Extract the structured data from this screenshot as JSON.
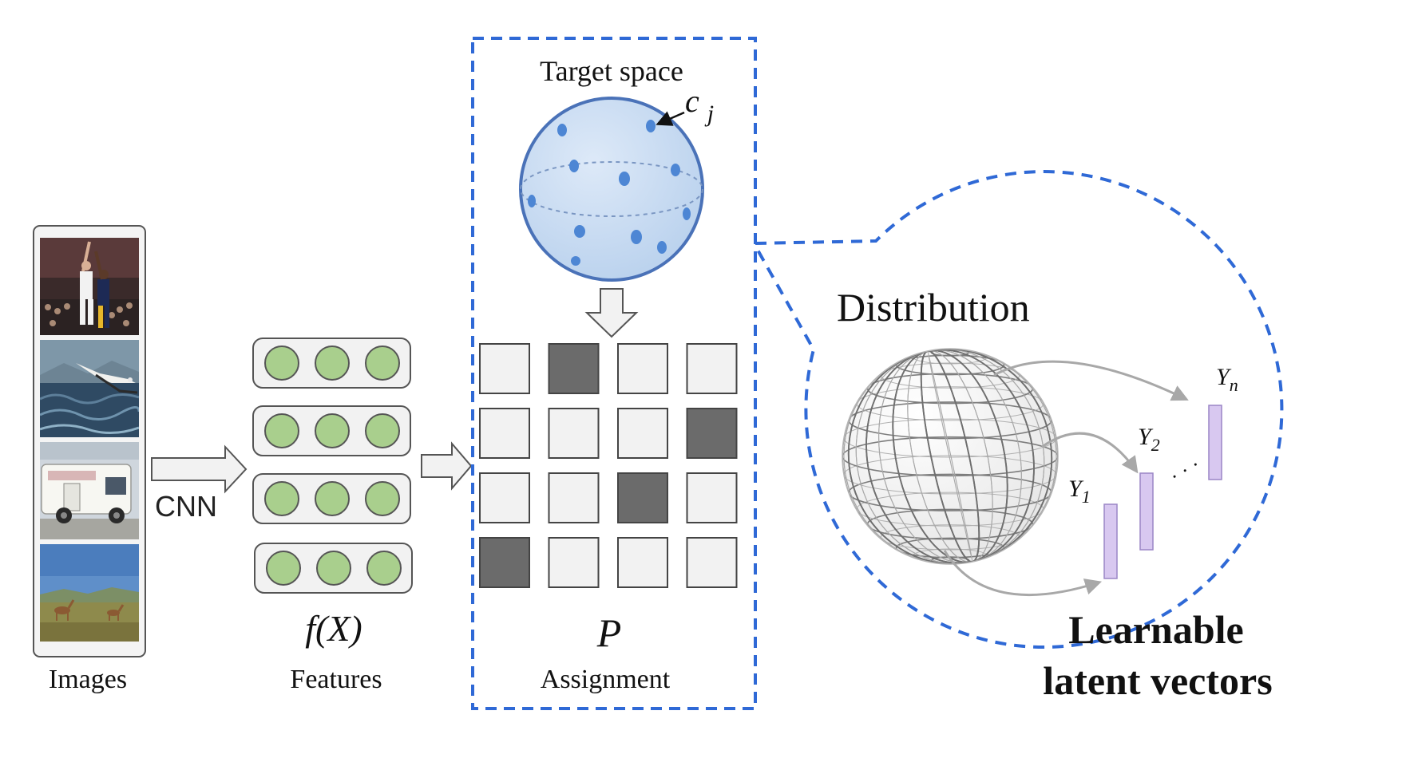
{
  "images_panel": {
    "label": "Images",
    "thumbnails": [
      {
        "subject": "basketball players"
      },
      {
        "subject": "albatross over waves"
      },
      {
        "subject": "camper van"
      },
      {
        "subject": "deer on grassland"
      }
    ]
  },
  "cnn": {
    "label": "CNN"
  },
  "features_panel": {
    "math_label": "f(X)",
    "label": "Features",
    "rows": 4,
    "circles_per_row": 3,
    "circle_color": "#a9cf8d"
  },
  "assignment_panel": {
    "target_space_label": "Target space",
    "centroid_label": "c",
    "centroid_subscript": "j",
    "matrix_label": "P",
    "label": "Assignment",
    "matrix": [
      [
        0,
        1,
        0,
        0
      ],
      [
        0,
        0,
        0,
        1
      ],
      [
        0,
        0,
        1,
        0
      ],
      [
        1,
        0,
        0,
        0
      ]
    ],
    "filled_color": "#6b6b6b",
    "empty_color": "#f2f2f2",
    "border_color": "#2f69d6"
  },
  "distribution_panel": {
    "title": "Distribution",
    "vectors": [
      {
        "symbol": "Y",
        "subscript": "1"
      },
      {
        "symbol": "Y",
        "subscript": "2"
      },
      {
        "symbol": "Y",
        "subscript": "n"
      }
    ],
    "ellipsis": "· · ·",
    "caption_line1": "Learnable",
    "caption_line2": "latent vectors",
    "vector_color": "#d8c8f0"
  }
}
